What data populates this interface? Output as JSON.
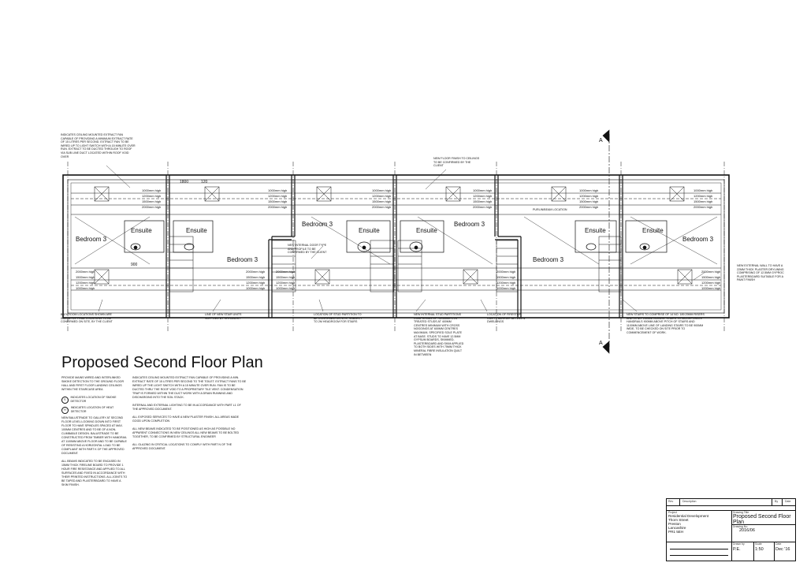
{
  "sheet": {
    "title": "Proposed Second Floor Plan"
  },
  "section_marks": {
    "letter": "A"
  },
  "rooms": {
    "bedroom3": "Bedroom 3",
    "ensuite": "Ensuite"
  },
  "dims": {
    "d1800": "1800",
    "d120": "120",
    "d900": "900"
  },
  "heights": [
    "1000mm high",
    "1200mm high",
    "1500mm high",
    "2000mm high"
  ],
  "callouts": {
    "extract_fan": "INDICATES CEILING MOUNTED EXTRACT FAN CAPABLE OF PROVIDING A MINIMUM EXTRACT RATE OF 15 LITRES PER SECOND. EXTRACT FAN TO BE WIRED UP TO LIGHT SWITCH WITH A 15 MINUTE OVER RUN. EXTRACT TO BE DUCTED THROUGH TO ROOF VIA SUB LINE DUCT LOCATED WITHIN ROOF VOID OVER",
    "floor_finish": "NEW FLOOR FINISH TO CEILINGS TO BE CONFIRMED BY THE CLIENT",
    "internal_door": "NEW INTERNAL DOOR TYPE AND PROFILE TO BE CONFIRMED BY THE CLIENT",
    "bathroom_locations": "BATHROOM LOCATIONS SHOWN ARE INDICATIVE FINAL LOCATIONS TO BE CONFIRMED ON SITE, BY THE CLIENT",
    "line_of_stair": "LINE OF NEW STAIR UNITS SUPPLIED BY SPECIALIST",
    "stud_partition": "LOCATION OF STUD PARTITION TO BE CONFIRMED ON SITE, SUBJECT TO 2m HEADROOM FOR STAIRS",
    "internal_stud": "NEW INTERNAL STUD PARTITIONS COMPRISING OF 75x50mm C.24 TREATED STUDS AT 400mm CENTRES MINIMUM WITH CROSS NOGGINGS AT 600mm CENTRES MAXIMUM, SPECIFIED SOLE PLATE AT BASE. STUDS TO HAVE 12.5mm GYPSUM BOARDS, SKIMMED, PLASTERBOARD AND SKIM APPLIED TO BOTH SIDES WITH 75mm THICK MINERAL FIBRE INSULATION QUILT IN BETWEEN",
    "fire_barrier": "LOCATION OF FIRESTOP CAVITY BARRIER BETWEEN DWELLINGS",
    "stairs": "NEW STAIRS TO COMPRISE OF 14 NO. 189.29mm RISERS AND 13 NO. 250mm GOINGS. STAIRS TO INCORPORATE HANDRAILS 900mm ABOVE PITCH OF STAIRS AND 1100mm ABOVE LINE OF LANDING STAIRS TO BE 900mm WIDE, TO BE CHECKED ON SITE PRIOR TO COMMENCEMENT OF WORK.",
    "external_wall": "NEW EXTERNAL WALL TO HAVE A 22mm THICK PLASTER DRYLINING COMPRISING OF 12.5mm GYPROC PLASTERBOARD SUITABLE FOR A PAINT FINISH",
    "purlin": "PURLIN/BEAM LOCATION"
  },
  "notes_left": [
    "PROVIDE MAINS WIRED AND INTERLINKED SMOKE DETECTION TO THE GROUND FLOOR HALL AND FIRST FLOOR LANDING CEILINGS WITHIN THE STAIRCASE AREA",
    "NEW BALUSTRADE TO GALLERY AT SECOND FLOOR LEVEL LOOKING DOWN INTO FIRST FLOOR TO HAVE SPINDLES SPACED AT MAX. 100mm CENTRES AND TO BE OF A NON-CLIMBABLE DESIGN. BALUSTRADE TO BE CONSTRUCTED FROM TIMBER WITH HANDRAIL AT 1100mm ABOVE FLOOR AND TO BE CAPABLE OF RESISTING A HORIZONTAL LOAD TO BE COMPLIANT WITH PART K OF THE APPROVED DOCUMENT.",
    "ALL BEAMS INDICATED TO BE ENCASED IN 15mm THICK FIRELINE BOARD TO PROVIDE 1 HOUR FIRE RESISTANCE AND APPLIED TO ALL SURFACES AND FIXED IN ACCORDANCE WITH THEIR PRINTED INSTRUCTIONS. ALL JOINTS TO BE TAPED AND PLASTERBOARD TO HAVE A SKIM FINISH."
  ],
  "legend": [
    {
      "sym": "S",
      "text": "INDICATES LOCATION OF SMOKE DETECTOR"
    },
    {
      "sym": "H",
      "text": "INDICATES LOCATION OF HEAT DETECTOR"
    }
  ],
  "notes_mid": [
    "INDICATES CEILING MOUNTED EXTRACT FAN CAPABLE OF PROVIDING A MIN. EXTRACT RATE OF 15 LITRES PER SECOND TO THE TOILET. EXTRACT FANS TO BE WIRED UP THE LIGHT SWITCH WITH A 15 MINUTE OVER RUN. FAN IS TO BE DUCTED THRU' THE ROOF VOID TO A PROPRIETARY TILE VENT. CONDENSATION TRAP IS FORMED WITHIN THE DUCT WORK WITH A DRAIN RUNNING AND DISCHARGING INTO THE SOIL STACK.",
    "INTERNAL AND EXTERNAL LIGHTING TO BE IN ACCORDANCE WITH PART L1 OF THE APPROVED DOCUMENT.",
    "ALL EXPOSED SERVICES TO HAVE A NEW PLASTER FINISH. ALL AREAS MADE GOOD UPON COMPLETION",
    "ALL NEW BEAMS INDICATED TO BE POSITIONED AS HIGH AS POSSIBLE NO APPARENT CONNECTIONS IN NEW CEILINGS ALL NEW BEAMS TO BE BOLTED TOGETHER, TO BE CONFIRMED BY STRUCTURAL ENGINEER",
    "ALL GLAZING IN CRITICAL LOCATIONS TO COMPLY WITH PART N OF THE APPROVED DOCUMENT."
  ],
  "title_block": {
    "rev_label": "Rev",
    "description_label": "Description",
    "by_label": "By",
    "date_label": "Date",
    "project_label": "Project",
    "project_lines": [
      "Residential Development",
      "Thorn Street",
      "Preston",
      "Lancashire",
      "PR1 5EH"
    ],
    "drawing_title_label": "Drawing Title",
    "drawing_title": "Proposed Second Floor Plan",
    "drawing_no_label": "Drawing No.",
    "drawing_no": "2016/06",
    "drawn_by_label": "Drawn by",
    "drawn_by": "P.E.",
    "scale_label": "Scale",
    "scale": "1:50",
    "date2_label": "Date",
    "date": "Dec '16"
  }
}
